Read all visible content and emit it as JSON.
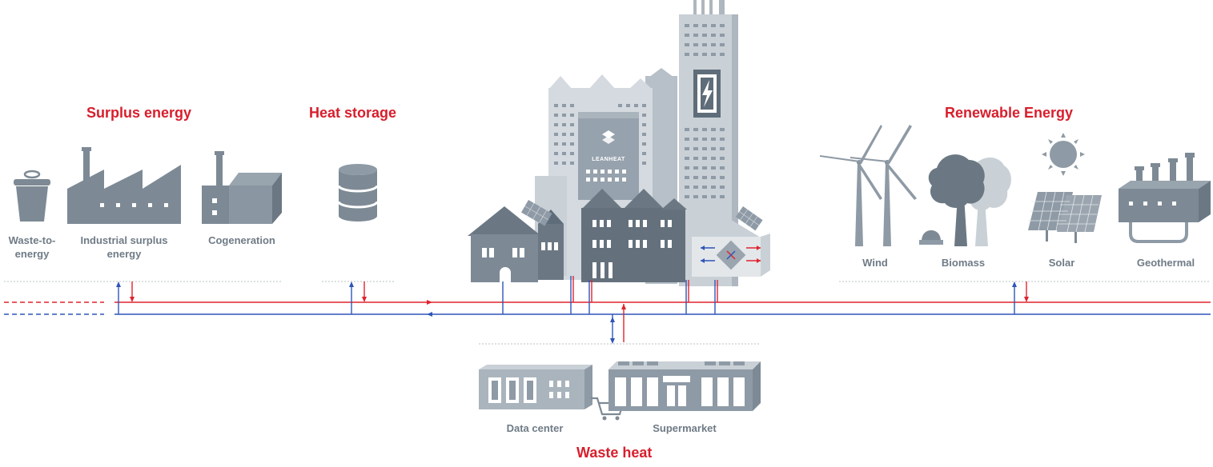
{
  "headings": {
    "surplus": "Surplus energy",
    "storage": "Heat storage",
    "renewable": "Renewable Energy",
    "waste": "Waste heat"
  },
  "labels": {
    "waste_to_energy": [
      "Waste-to-",
      "energy"
    ],
    "industrial": [
      "Industrial surplus",
      "energy"
    ],
    "cogeneration": "Cogeneration",
    "wind": "Wind",
    "biomass": "Biomass",
    "solar": "Solar",
    "geothermal": "Geothermal",
    "data_center": "Data center",
    "supermarket": "Supermarket"
  },
  "logo": "LEANHEAT",
  "colors": {
    "supply_line": "#e0232e",
    "return_line": "#2e55b8",
    "icon_gray": "#7d8a95",
    "building_light": "#c9d0d6",
    "heading_red": "#d81e2c"
  }
}
